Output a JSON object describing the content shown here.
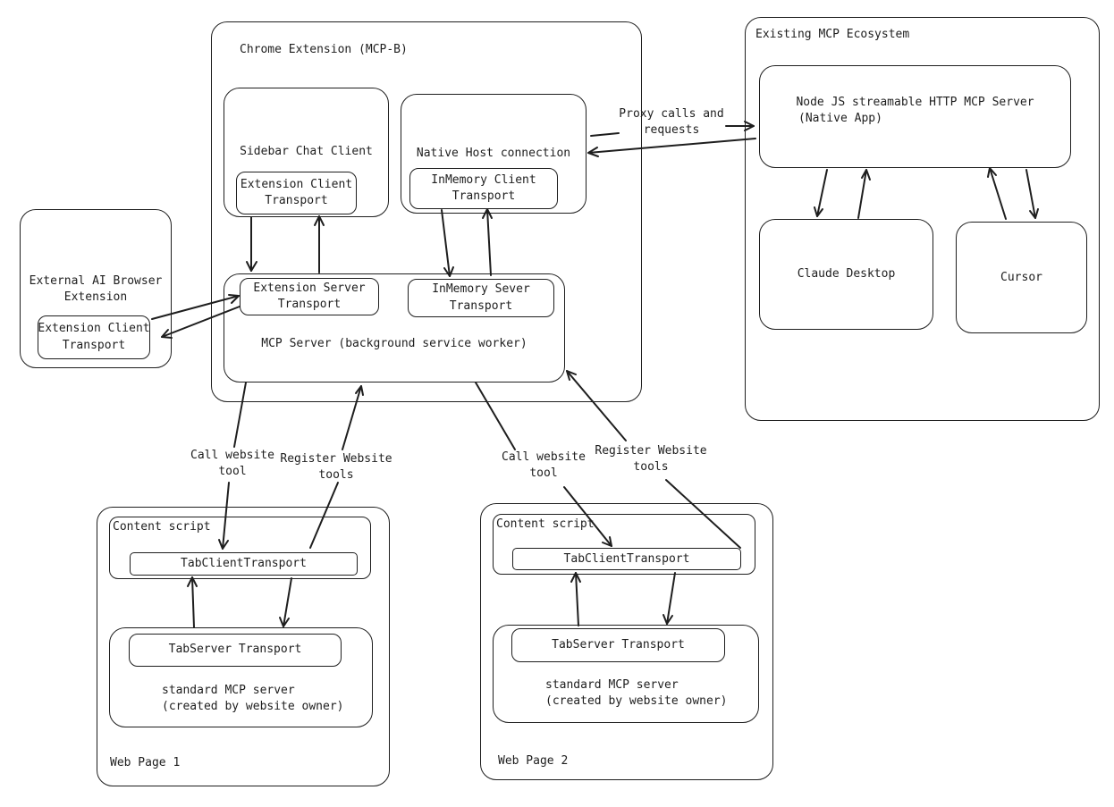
{
  "chrome_extension": {
    "title": "Chrome Extension (MCP-B)",
    "sidebar": {
      "title": "Sidebar Chat Client",
      "transport": [
        "Extension Client",
        "Transport"
      ]
    },
    "native_host": {
      "title": "Native Host connection",
      "transport": [
        "InMemory Client",
        "Transport"
      ]
    },
    "mcp_server": {
      "label": "MCP Server (background service worker)",
      "ext_transport": [
        "Extension Server",
        "Transport"
      ],
      "inmem_transport": [
        "InMemory Sever",
        "Transport"
      ]
    }
  },
  "external_ext": {
    "title": [
      "External AI Browser",
      "Extension"
    ],
    "transport": [
      "Extension Client",
      "Transport"
    ]
  },
  "ecosystem": {
    "title": "Existing MCP Ecosystem",
    "node_server": [
      "Node JS streamable HTTP MCP Server",
      "(Native App)"
    ],
    "claude": "Claude Desktop",
    "cursor": "Cursor"
  },
  "proxy_label": [
    "Proxy calls and",
    "requests"
  ],
  "web_page_1": {
    "title": "Web Page 1",
    "content_script": "Content script",
    "tab_client": "TabClientTransport",
    "tab_server": "TabServer Transport",
    "server": [
      "standard MCP server",
      "(created by website owner)"
    ],
    "call_label": [
      "Call website",
      "tool"
    ],
    "register_label": [
      "Register Website",
      "tools"
    ]
  },
  "web_page_2": {
    "title": "Web Page 2",
    "content_script": "Content script",
    "tab_client": "TabClientTransport",
    "tab_server": "TabServer Transport",
    "server": [
      "standard MCP server",
      "(created by website owner)"
    ],
    "call_label": [
      "Call website",
      "tool"
    ],
    "register_label": [
      "Register Website",
      "tools"
    ]
  }
}
